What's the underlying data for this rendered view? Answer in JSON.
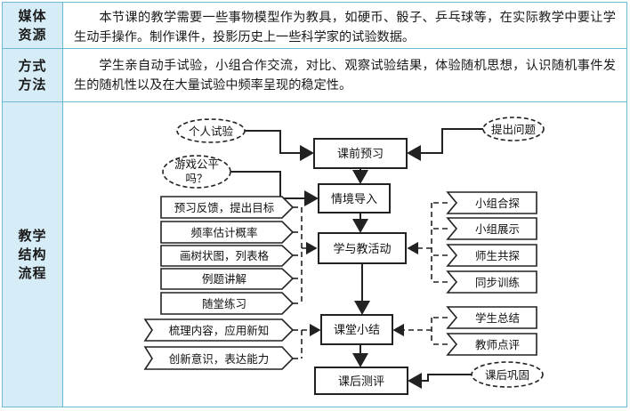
{
  "rows": [
    {
      "label": "媒体\n资源",
      "text": "本节课的教学需要一些事物模型作为教具，如硬币、骰子、乒乓球等，在实际教学中要让学生动手操作。制作课件，投影历史上一些科学家的试验数据。"
    },
    {
      "label": "方式\n方法",
      "text": "学生亲自动手试验，小组合作交流，对比、观察试验结果，体验随机思想，认识随机事件发生的随机性以及在大量试验中频率呈现的稳定性。"
    },
    {
      "label": "教学\n结构\n流程"
    }
  ],
  "flow": {
    "main": [
      "课前预习",
      "情境导入",
      "学与教活动",
      "课堂小结",
      "课后测评"
    ],
    "top_left_ovals": [
      "个人试验",
      "游戏公平",
      "吗？"
    ],
    "top_right_oval": "提出问题",
    "left_tags": [
      "预习反馈，提出目标",
      "频率估计概率",
      "画树状图，列表格",
      "例题讲解",
      "随堂练习"
    ],
    "left_tags_lower": [
      "梳理内容，应用新知",
      "创新意识，表达能力"
    ],
    "right_tags": [
      "小组合探",
      "小组展示",
      "师生共探",
      "同步训练"
    ],
    "right_tags_lower": [
      "学生总结",
      "教师点评"
    ],
    "bottom_right_oval": "课后巩固"
  }
}
